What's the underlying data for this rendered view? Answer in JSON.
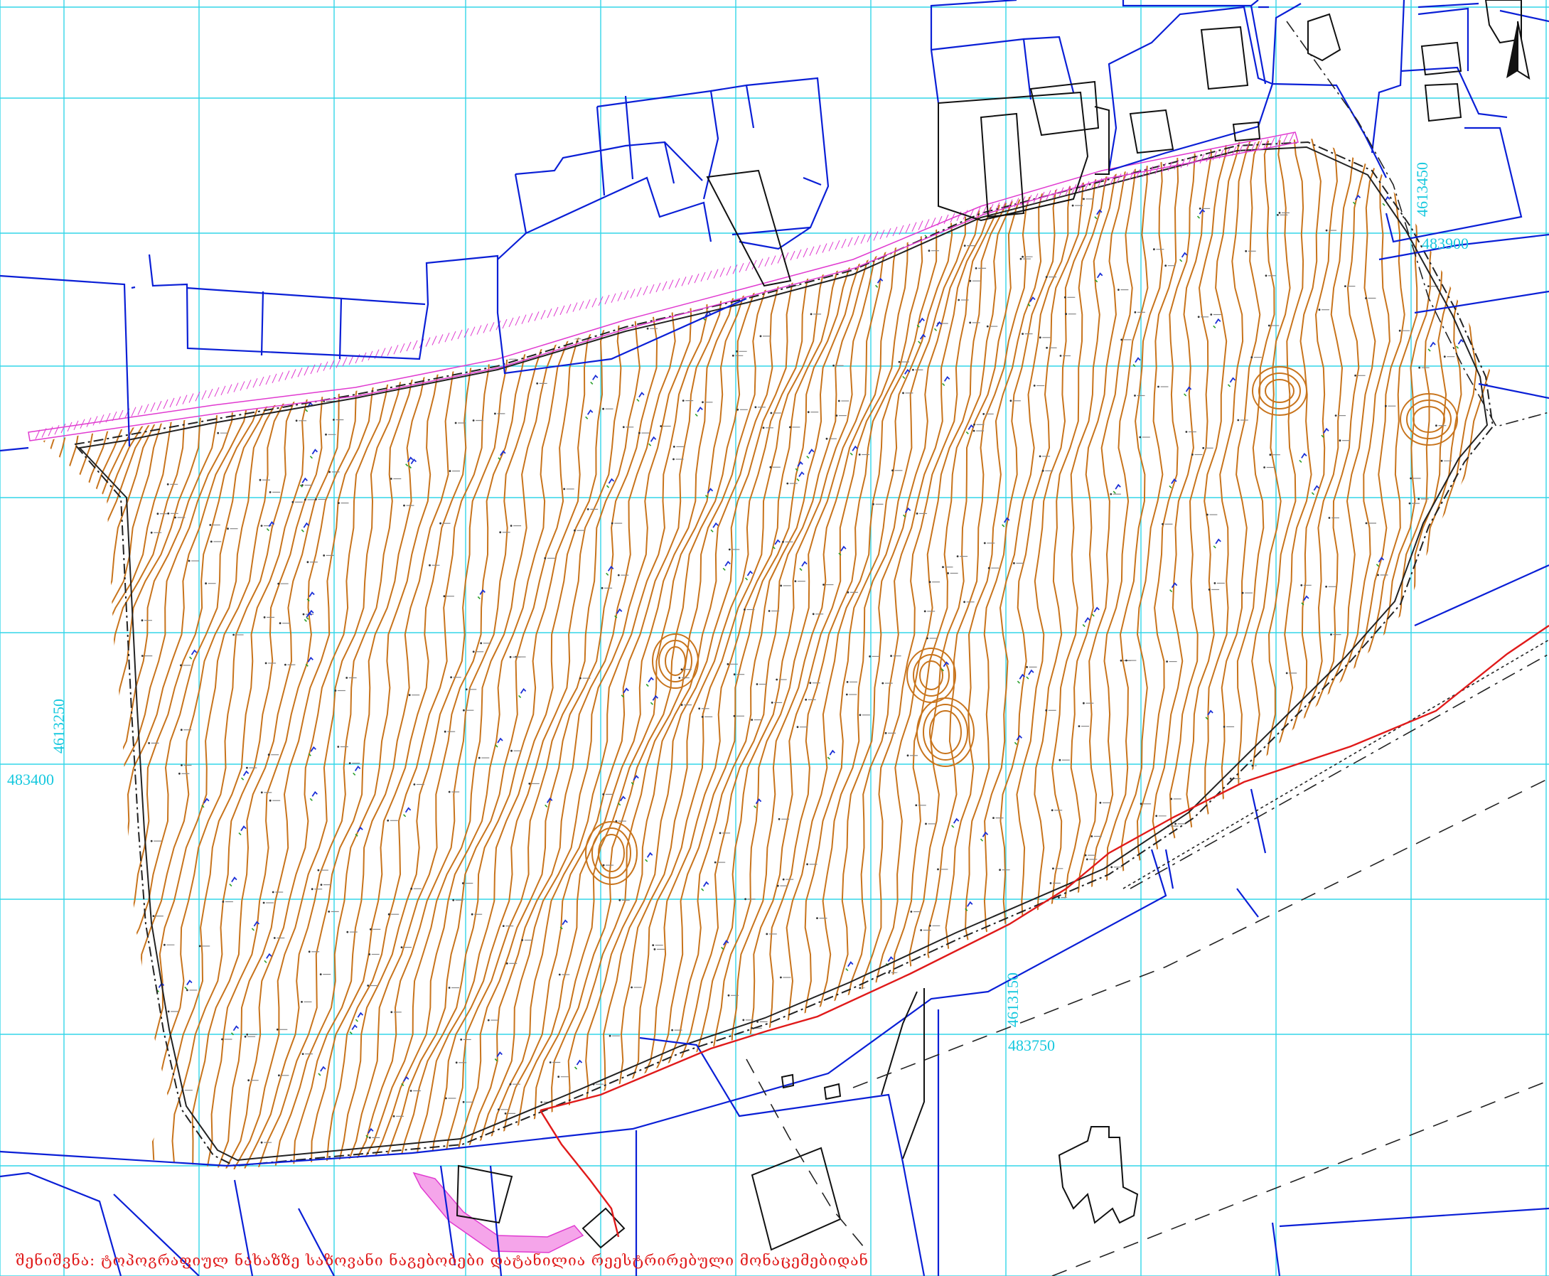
{
  "colors": {
    "grid": "#33d6e8",
    "parcel": "#0a1fd6",
    "contour": "#c8741c",
    "boundary": "#222222",
    "road": "#e01a1a",
    "hatch": "#e03ad0",
    "note": "#e01a1a",
    "coord_text": "#16c8de"
  },
  "coordinates": {
    "top_right_north": "4613450",
    "top_right_east": "483900",
    "left_north": "4613250",
    "left_east": "483400",
    "bottom_north": "4613150",
    "bottom_east": "483750"
  },
  "north_arrow_icon": "north-arrow-icon",
  "note_text": "შენიშვნა: ტოპოგრაფიულ ნახაზზე საზოვანი ნაგებობები დატანილია რეესტრირებული მონაცემებიდან"
}
